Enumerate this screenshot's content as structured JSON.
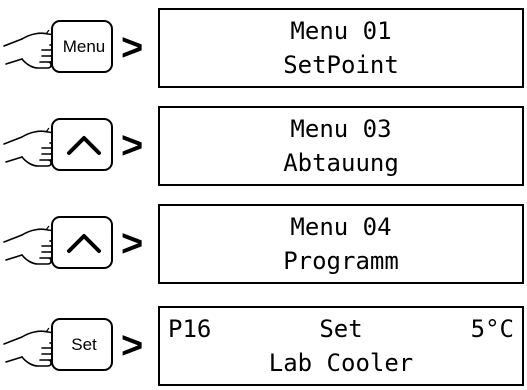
{
  "steps": [
    {
      "key": {
        "type": "text",
        "label": "Menu"
      },
      "arrow": ">",
      "display": {
        "line1": "Menu 01",
        "line2": "SetPoint"
      }
    },
    {
      "key": {
        "type": "icon",
        "icon": "caret-up-icon"
      },
      "arrow": ">",
      "display": {
        "line1": "Menu 03",
        "line2": "Abtauung"
      }
    },
    {
      "key": {
        "type": "icon",
        "icon": "caret-up-icon"
      },
      "arrow": ">",
      "display": {
        "line1": "Menu 04",
        "line2": "Programm"
      }
    },
    {
      "key": {
        "type": "text",
        "label": "Set"
      },
      "arrow": ">",
      "display": {
        "left": "P16",
        "center": "Set",
        "right": "5°C",
        "line2": "Lab Cooler"
      }
    }
  ]
}
